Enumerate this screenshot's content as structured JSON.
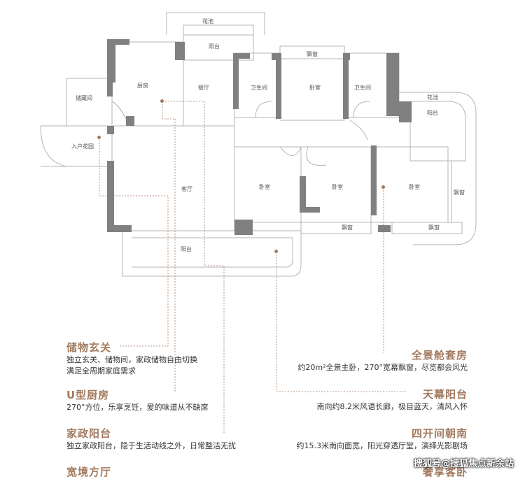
{
  "rooms": {
    "huachi_top": "花池",
    "yangtai_top": "阳台",
    "piaochuang_top": "飘窗",
    "chufang": "厨房",
    "canting": "餐厅",
    "weishengjian_1": "卫生间",
    "woshi_top": "卧室",
    "weishengjian_2": "卫生间",
    "huachi_right": "花池",
    "yangtai_right": "阳台",
    "chucangjian": "储藏间",
    "ruhu_huayuan": "入户花园",
    "keting": "客厅",
    "woshi_left": "卧室",
    "woshi_mid": "卧室",
    "woshi_right": "卧室",
    "piaochuang_right": "飘窗",
    "piaochuang_b1": "飘窗",
    "piaochuang_b2": "飘窗",
    "yangtai_bottom": "阳台"
  },
  "annotations": {
    "left": [
      {
        "title": "储物玄关",
        "desc": [
          "独立玄关、储物间，家政储物自由切换",
          "满足全周期家庭需求"
        ]
      },
      {
        "title": "U型厨房",
        "desc": [
          "270°方位，乐享烹饪，爱的味道从不缺席"
        ]
      },
      {
        "title": "家政阳台",
        "desc": [
          "独立家政阳台，隐于生活动线之外，日常整洁无扰"
        ]
      },
      {
        "title": "宽境方厅",
        "desc": []
      }
    ],
    "right": [
      {
        "title": "全景舱套房",
        "desc": [
          "约20m²全景主卧，270°宽幕飘窗，尽览都会风光"
        ]
      },
      {
        "title": "天幕阳台",
        "desc": [
          "南向约8.2米风语长廊，极目蓝天，清风入怀"
        ]
      },
      {
        "title": "四开间朝南",
        "desc": [
          "约15.3米南向面宽，阳光穿透厅堂，演绎光影剧场"
        ]
      },
      {
        "title": "奢享客卧",
        "desc": []
      }
    ]
  },
  "watermark": "搜狐号@搜狐焦点新余站",
  "colors": {
    "accent": "#a27a5e",
    "wall": "#808080",
    "line": "#b0b0b0"
  }
}
